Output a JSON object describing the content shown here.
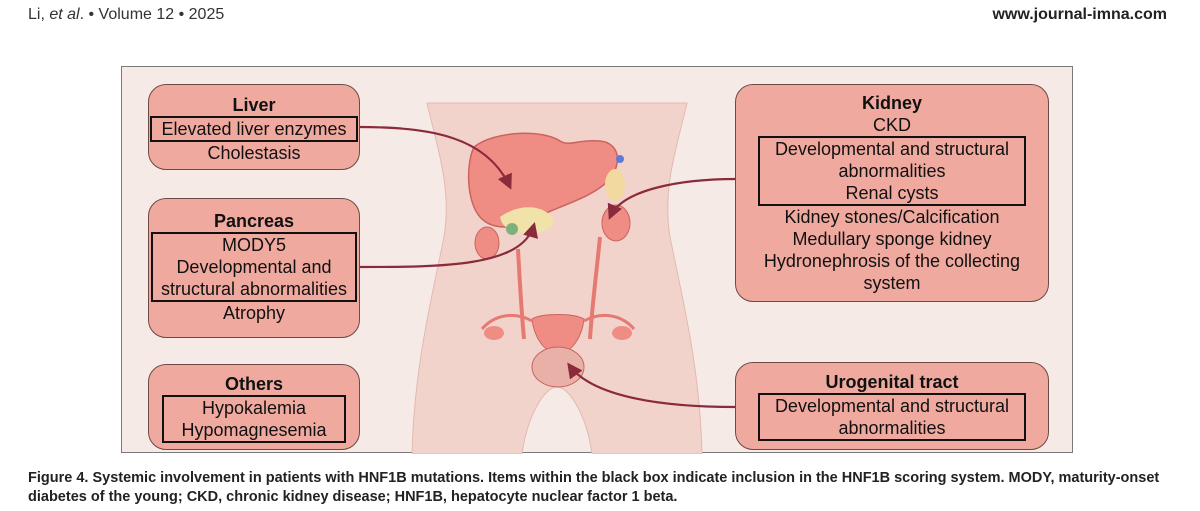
{
  "header": {
    "authors": "Li,",
    "et_al": "et al",
    "volume": ". • Volume 12 • 2025",
    "url": "www.journal-imna.com"
  },
  "figure": {
    "liver": {
      "title": "Liver",
      "boxed": [
        "Elevated liver enzymes"
      ],
      "other": [
        "Cholestasis"
      ]
    },
    "pancreas": {
      "title": "Pancreas",
      "boxed": [
        "MODY5",
        "Developmental and",
        "structural abnormalities"
      ],
      "other": [
        "Atrophy"
      ]
    },
    "others": {
      "title": "Others",
      "boxed": [
        "Hypokalemia",
        "Hypomagnesemia"
      ]
    },
    "kidney": {
      "title": "Kidney",
      "pre": [
        "CKD"
      ],
      "boxed": [
        "Developmental and structural",
        "abnormalities",
        "Renal cysts"
      ],
      "other": [
        "Kidney stones/Calcification",
        "Medullary sponge kidney",
        "Hydronephrosis of the collecting",
        "system"
      ]
    },
    "urogenital": {
      "title": "Urogenital tract",
      "boxed": [
        "Developmental and structural",
        "abnormalities"
      ]
    },
    "colors": {
      "panel_bg": "#f6eae6",
      "box_fill": "#efa99f",
      "arrow": "#8a2a3a",
      "body": "#f4d8d2",
      "organ": "#ee8d85"
    }
  },
  "caption": {
    "label": "Figure 4.",
    "text": " Systemic involvement in patients with HNF1B mutations. Items within the black box indicate inclusion in the HNF1B scoring system. MODY, maturity-onset diabetes of the young; CKD, chronic kidney disease; HNF1B, hepatocyte nuclear factor 1 beta."
  }
}
